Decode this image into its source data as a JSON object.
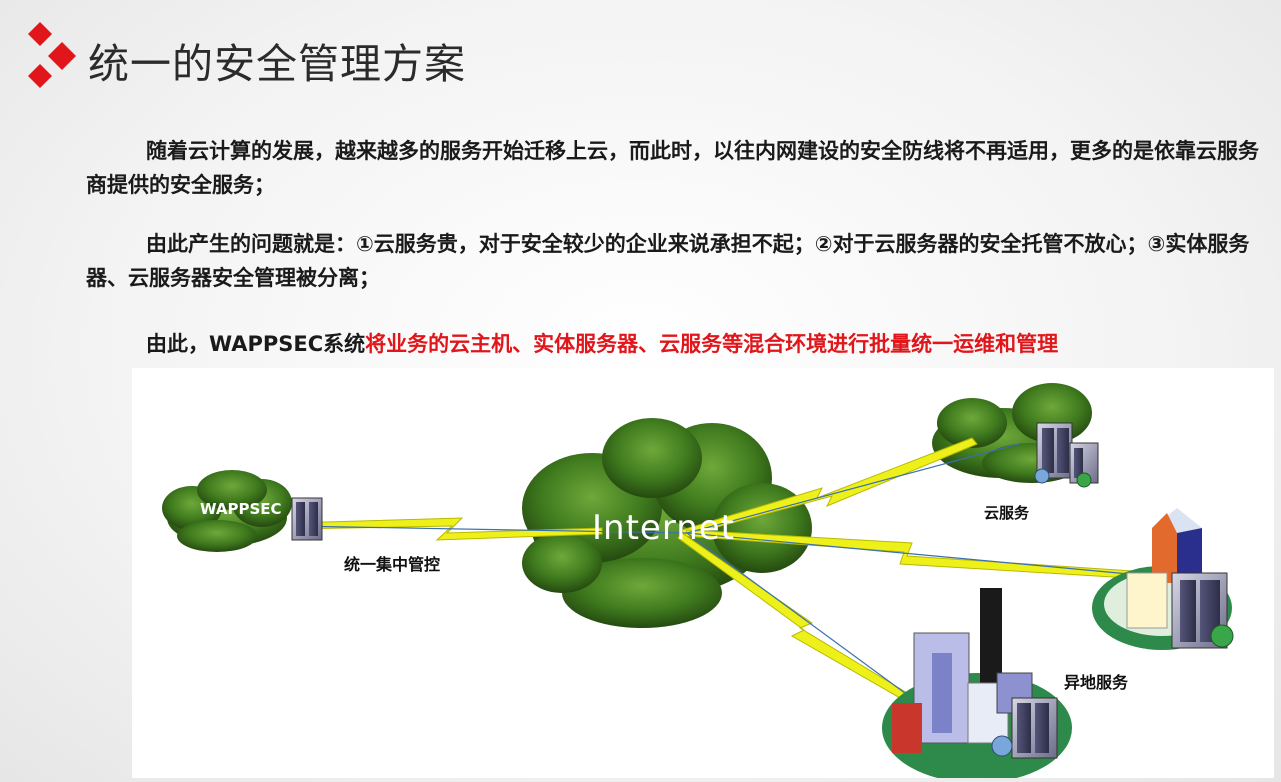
{
  "header": {
    "title": "统一的安全管理方案"
  },
  "paragraphs": {
    "p1": "随着云计算的发展，越来越多的服务开始迁移上云，而此时，以往内网建设的安全防线将不再适用，更多的是依靠云服务商提供的安全服务；",
    "p2": "由此产生的问题就是：①云服务贵，对于安全较少的企业来说承担不起；②对于云服务器的安全托管不放心；③实体服务器、云服务器安全管理被分离；",
    "p3_prefix": "由此，WAPPSEC系统",
    "p3_highlight": "将业务的云主机、实体服务器、云服务等混合环境进行批量统一运维和管理"
  },
  "diagram": {
    "wappsec_label": "WAPPSEC",
    "internet_label": "Internet",
    "central_label": "统一集中管控",
    "cloud_service_label": "云服务",
    "remote_service_label": "异地服务"
  },
  "colors": {
    "logo_red": "#e0161b",
    "highlight_red": "#e0161b",
    "cloud_green": "#3f7a1e",
    "lightning_yellow": "#eef01a"
  },
  "icons": [
    "diamond-logo-icon",
    "cloud-icon",
    "server-icon",
    "lightning-link-icon",
    "building-icon",
    "globe-icon"
  ]
}
